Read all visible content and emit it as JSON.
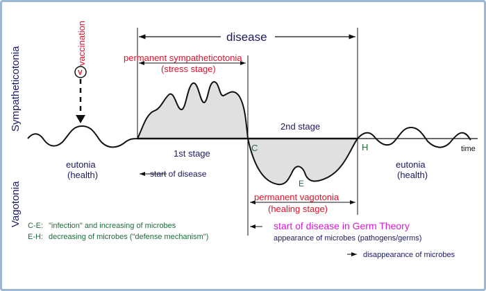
{
  "axis": {
    "upper": "Sympatheticotonia",
    "lower": "Vagotonia",
    "time": "time"
  },
  "vaccination": {
    "symbol": "V",
    "label": "vaccination"
  },
  "disease": "disease",
  "phases": {
    "sympathetic_1": "permanent sympatheticotonia",
    "sympathetic_2": "(stress stage)",
    "vagotonia_1": "permanent vagotonia",
    "vagotonia_2": "(healing stage)",
    "stage1": "1st stage",
    "stage2": "2nd stage"
  },
  "points": {
    "c": "C",
    "e": "E",
    "h": "H"
  },
  "eutonia": {
    "left_1": "eutonia",
    "left_2": "(health)",
    "right_1": "eutonia",
    "right_2": "(health)"
  },
  "annotations": {
    "start_of_disease": "start of disease",
    "germ_theory": "start of disease in Germ Theory",
    "appearance": "appearance of microbes (pathogens/germs)",
    "disappearance": "disappearance of microbes"
  },
  "legend": {
    "ce_key": "C-E:",
    "ce_text": "\"infection\" and increasing of microbes",
    "eh_key": "E-H:",
    "eh_text": "decreasing of microbes (\"defense mechanism\")"
  },
  "colors": {
    "navy": "#1a1a5e",
    "red": "#e0102a",
    "green": "#1f6b3a",
    "magenta": "#d61bd0",
    "fill": "#e0e0e0",
    "border": "#9ab8d4"
  }
}
